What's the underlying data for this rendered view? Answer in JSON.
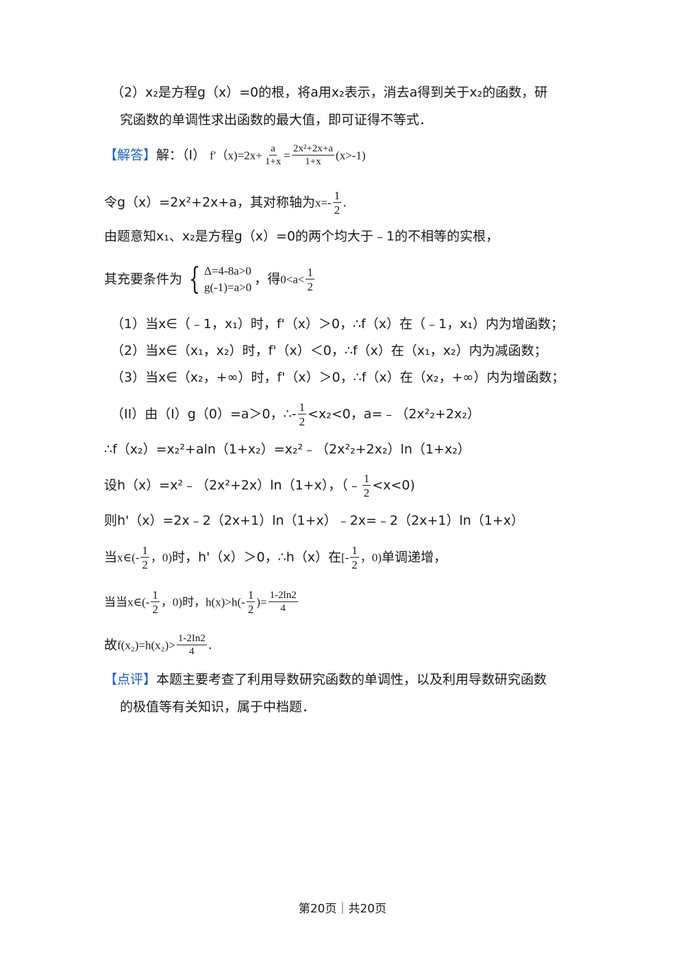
{
  "lines": {
    "l1": "（2）x₂是方程g（x）=0的根，将a用x₂表示，消去a得到关于x₂的函数，研",
    "l2": "究函数的单调性求出函数的最大值，即可证得不等式．",
    "answer_tag": "【解答】",
    "answer_lead": "解：（I）",
    "f_prime_left": "f′（x)=2x+",
    "f_frac1_num": "a",
    "f_frac1_den": "1+x",
    "f_eq": "=",
    "f_frac2_num": "2x²+2x+a",
    "f_frac2_den": "1+x",
    "f_domain": "(x>-1)",
    "l4_text": "令g（x）=2x²+2x+a，其对称轴为",
    "l4_axis": "x=-",
    "half_num": "1",
    "half_den": "2",
    "period": ".",
    "l5": "由题意知x₁、x₂是方程g（x）=0的两个均大于﹣1的不相等的实根，",
    "l6_text": "其充要条件为",
    "cond1": "Δ=4-8a>0",
    "cond2": "g(-1)=a>0",
    "l6_get": "，得",
    "l6_range_left": "0<a<",
    "c1": "（1）当x∈（﹣1，x₁）时，f'（x）＞0，∴f（x）在（﹣1，x₁）内为增函数；",
    "c2": "（2）当x∈（x₁，x₂）时，f'（x）＜0，∴f（x）在（x₁，x₂）内为减函数；",
    "c3": "（3）当x∈（x₂，+∞）时，f'（x）＞0，∴f（x）在（x₂，+∞）内为增函数；",
    "p2_left": "（II）由（I）g（0）=a＞0，∴",
    "p2_neg": "-",
    "p2_mid": "<x₂<0，a=﹣（2x²₂+2x₂）",
    "l11": "∴f（x₂）=x₂²+aln（1+x₂）=x₂²﹣（2x²₂+2x₂）ln（1+x₂）",
    "l12_left": "设h（x）=x²﹣（2x²+2x）ln（1+x），（﹣",
    "l12_right": "<x<0)",
    "l13": "则h'（x）=2x﹣2（2x+1）ln（1+x）﹣2x=﹣2（2x+1）ln（1+x）",
    "l14_a": "当",
    "l14_b": "x∈(-",
    "l14_c": "，0)",
    "l14_d": "时，h'（x）＞0，∴h（x）在",
    "l14_e": "[-",
    "l14_f": "，0)",
    "l14_g": "单调递增，",
    "l15_a": "当x∈(-",
    "l15_b": "，0)时，h(x)>h(-",
    "l15_c": ")=",
    "ln_frac_num": "1-2ln2",
    "ln_frac_den": "4",
    "l16_a": "故",
    "l16_b": "f(x₂)=h(x₂)>",
    "ln_frac_num2": "1-2In2",
    "review_tag": "【点评】",
    "review1": "本题主要考查了利用导数研究函数的单调性，以及利用导数研究函数",
    "review2": "的极值等有关知识，属于中档题．"
  },
  "footer": "第20页｜共20页",
  "colors": {
    "tag_blue": "#1f5fbf",
    "text": "#1a1a1a"
  }
}
